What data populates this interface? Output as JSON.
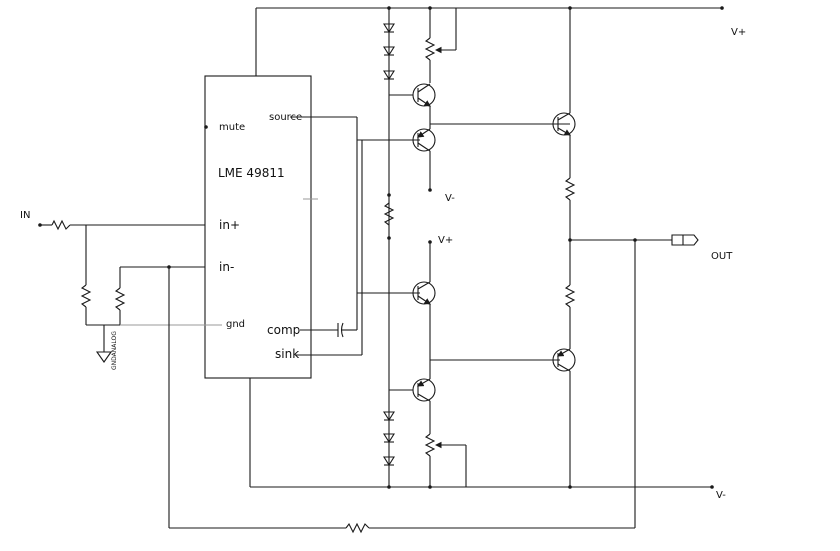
{
  "ic": {
    "name": "LME 49811",
    "pins": {
      "mute": "mute",
      "source": "source",
      "in_plus": "in+",
      "in_minus": "in-",
      "gnd": "gnd",
      "comp": "comp",
      "sink": "sink"
    }
  },
  "labels": {
    "input": "IN",
    "output": "OUT",
    "vplus_rail": "V+",
    "vminus_rail": "V-",
    "vminus_local": "V-",
    "vplus_local": "V+",
    "ground": "GNDANALOG"
  }
}
